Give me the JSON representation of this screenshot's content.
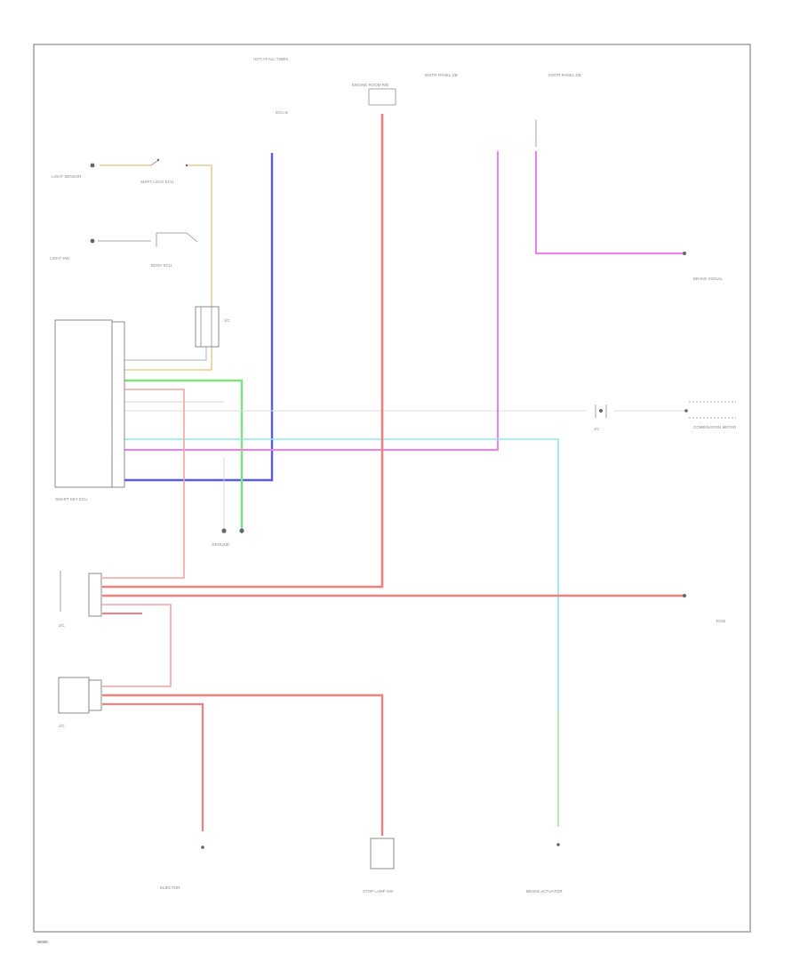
{
  "footer_code": "W000",
  "colors": {
    "red": "#f08080",
    "red_light": "#f4a3a3",
    "blue": "#5a5ae6",
    "magenta": "#f07ef0",
    "green": "#7fe07f",
    "cyan": "#8ee8ee",
    "tan": "#e3cf96",
    "frame": "#9a9a9a"
  },
  "labels": {
    "top_fuse": "HOT AT ALL TIMES",
    "fuse_ecu": "ECU-B",
    "main_fuse_box": "ENGINE ROOM R/B",
    "top_right_a": "INSTR PANEL J/B",
    "top_right_b": "INSTR PANEL J/B",
    "left_switch_1": "LIGHT SENSOR",
    "left_relay_1": "SHIFT LOCK ECU",
    "left_switch_2": "LIGHT SW",
    "left_relay_2": "BODY ECU",
    "connector_mid": "J/C",
    "controller_label": "SMART KEY ECU",
    "ground_mid": "GROUND",
    "right_sensor_1": "BRAKE SIGNAL",
    "right_sensor_2": "COMBINATION METER",
    "right_junction": "J/C",
    "right_ecu": "ECM",
    "junction_1": "J/C",
    "junction_2": "J/C",
    "bottom_left": "INJECTOR",
    "bottom_mid": "STOP LAMP SW",
    "bottom_right": "BRAKE ACTUATOR"
  }
}
